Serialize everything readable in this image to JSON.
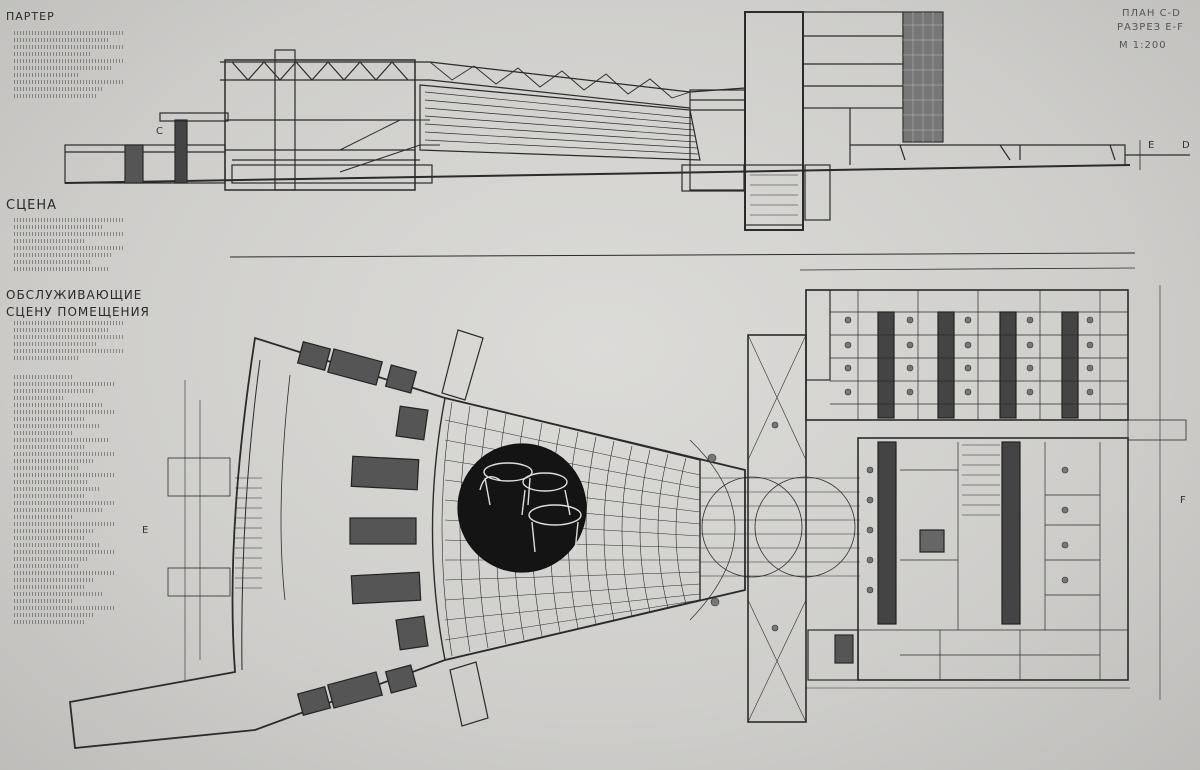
{
  "labels": {
    "parter": "ПАРТЕР",
    "scena": "СЦЕНА",
    "service_line1": "ОБСЛУЖИВАЮЩИЕ",
    "service_line2": "СЦЕНУ ПОМЕЩЕНИЯ",
    "plan": "ПЛАН С-D",
    "section": "РАЗРЕЗ Е-F",
    "scale": "М 1:200"
  },
  "section_marks": {
    "c1": "С",
    "e1": "Е",
    "d1": "D",
    "e2": "Е",
    "f1": "F"
  },
  "colors": {
    "ink": "#2b2b2b",
    "paper": "#d6d5d2",
    "dark_fill": "#1a1a1a"
  }
}
